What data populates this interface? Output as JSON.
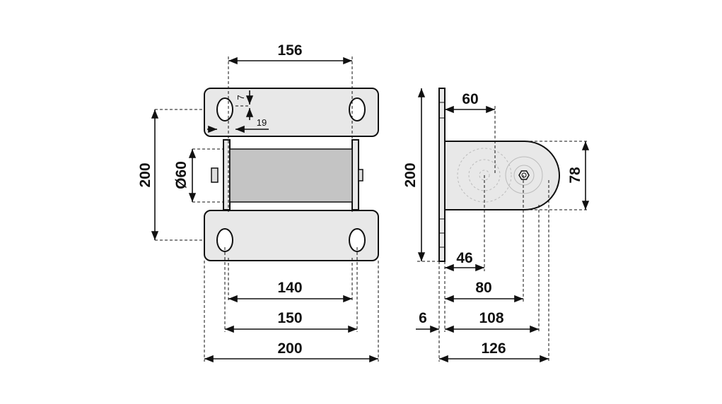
{
  "front_view": {
    "dim_top_width": "156",
    "dim_slot_offset": "7",
    "dim_slot_width": "19",
    "dim_height": "200",
    "dim_roller_diameter": "Ø60",
    "dim_inner": "140",
    "dim_slot_centers": "150",
    "dim_total_width": "200"
  },
  "side_view": {
    "dim_axle_offset": "60",
    "dim_height": "200",
    "dim_bracket_height": "78",
    "dim_46": "46",
    "dim_80": "80",
    "dim_plate_thickness": "6",
    "dim_108": "108",
    "dim_total_depth": "126"
  },
  "colors": {
    "plate": "#e8e8e8",
    "roller": "#c4c4c4",
    "line": "#111111"
  }
}
